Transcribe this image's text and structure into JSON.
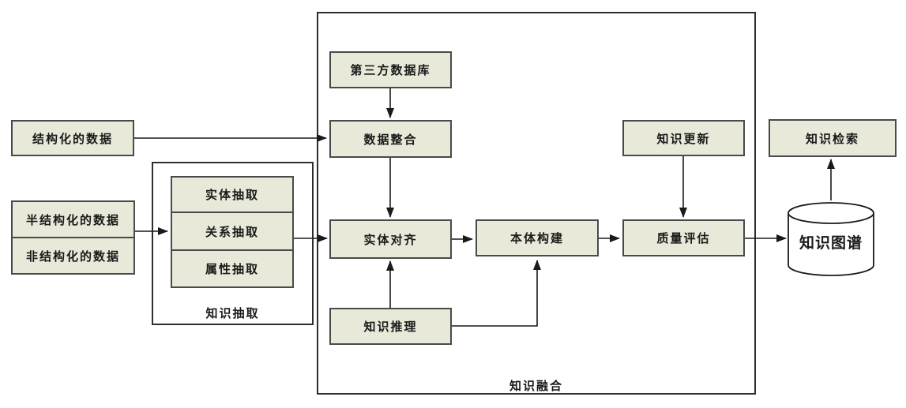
{
  "diagram": {
    "colors": {
      "background": "#ffffff",
      "box_fill": "#e8e9d8",
      "box_border": "#4a4a4a",
      "container_border": "#2e2e2e",
      "line": "#1a1a1a"
    },
    "nodes": {
      "structured_data": "结构化的数据",
      "semi_structured_data": "半结构化的数据",
      "unstructured_data": "非结构化的数据",
      "entity_extraction": "实体抽取",
      "relation_extraction": "关系抽取",
      "attribute_extraction": "属性抽取",
      "third_party_database": "第三方数据库",
      "data_integration": "数据整合",
      "entity_alignment": "实体对齐",
      "knowledge_reasoning": "知识推理",
      "ontology_construction": "本体构建",
      "quality_evaluation": "质量评估",
      "knowledge_update": "知识更新",
      "knowledge_retrieval": "知识检索"
    },
    "groups": {
      "knowledge_extraction": "知识抽取",
      "knowledge_fusion": "知识融合"
    },
    "datastore": {
      "knowledge_graph": "知识图谱"
    }
  }
}
